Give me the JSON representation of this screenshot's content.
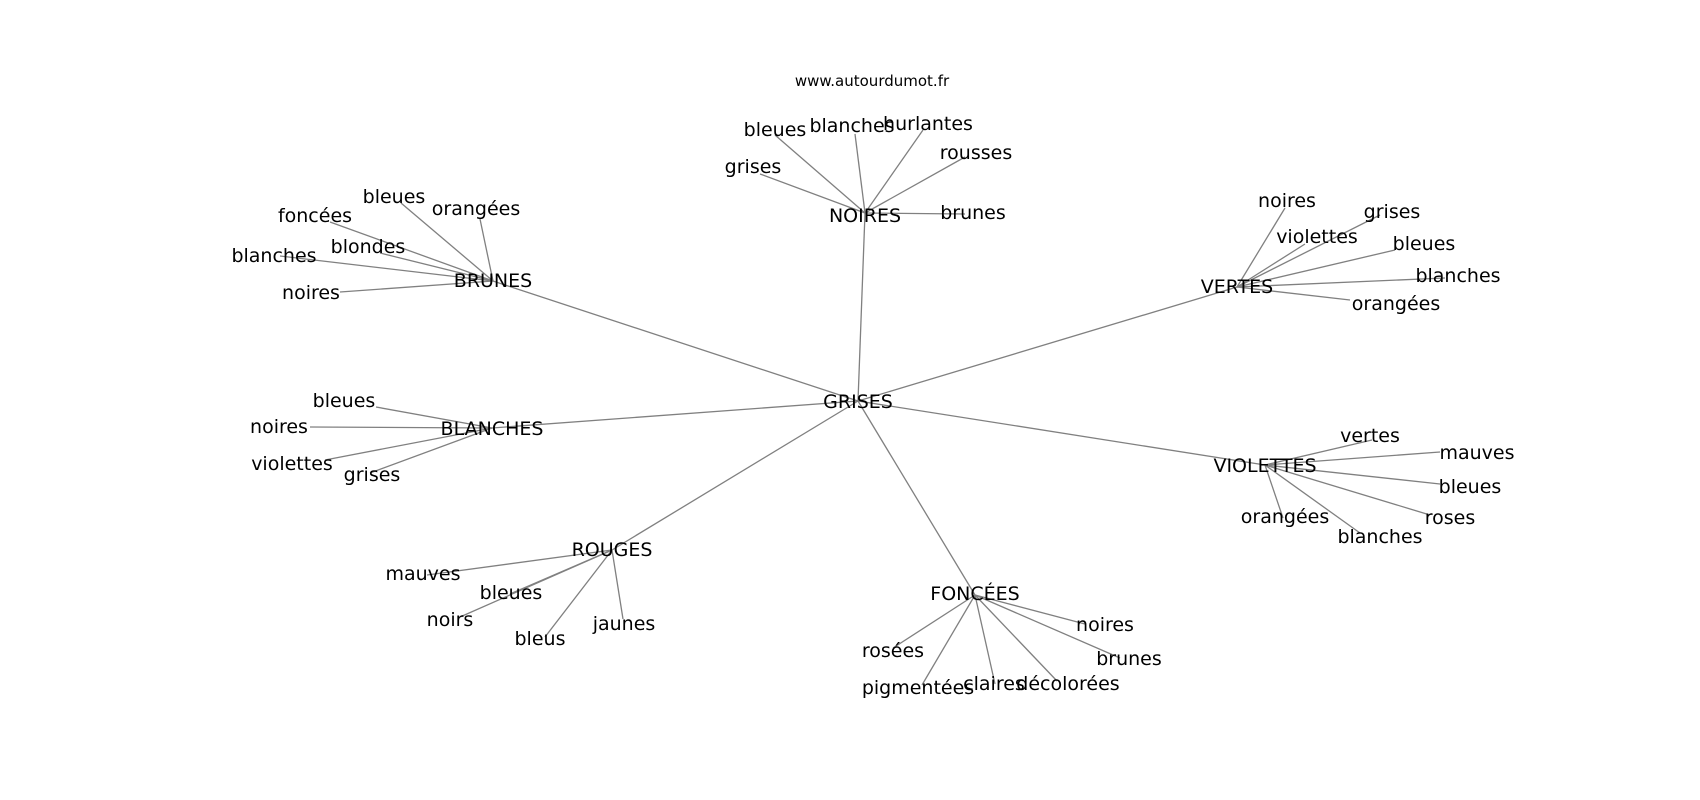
{
  "watermark": "www.autourdumot.fr",
  "graph": {
    "center": "GRISES",
    "hubs": [
      {
        "id": "brunes",
        "label": "BRUNES",
        "leaves": [
          "bleues",
          "orangées",
          "foncées",
          "blondes",
          "blanches",
          "noires"
        ]
      },
      {
        "id": "noires",
        "label": "NOIRES",
        "leaves": [
          "bleues",
          "blanches",
          "hurlantes",
          "rousses",
          "grises",
          "brunes"
        ]
      },
      {
        "id": "vertes",
        "label": "VERTES",
        "leaves": [
          "noires",
          "grises",
          "violettes",
          "bleues",
          "blanches",
          "orangées"
        ]
      },
      {
        "id": "blanches",
        "label": "BLANCHES",
        "leaves": [
          "bleues",
          "noires",
          "violettes",
          "grises"
        ]
      },
      {
        "id": "violettes",
        "label": "VIOLETTES",
        "leaves": [
          "vertes",
          "mauves",
          "bleues",
          "roses",
          "orangées",
          "blanches"
        ]
      },
      {
        "id": "rouges",
        "label": "ROUGES",
        "leaves": [
          "mauves",
          "bleues",
          "noirs",
          "bleus",
          "jaunes"
        ]
      },
      {
        "id": "foncees",
        "label": "FONCÉES",
        "leaves": [
          "noires",
          "brunes",
          "rosées",
          "pigmentées",
          "claires",
          "décolorées"
        ]
      }
    ]
  }
}
